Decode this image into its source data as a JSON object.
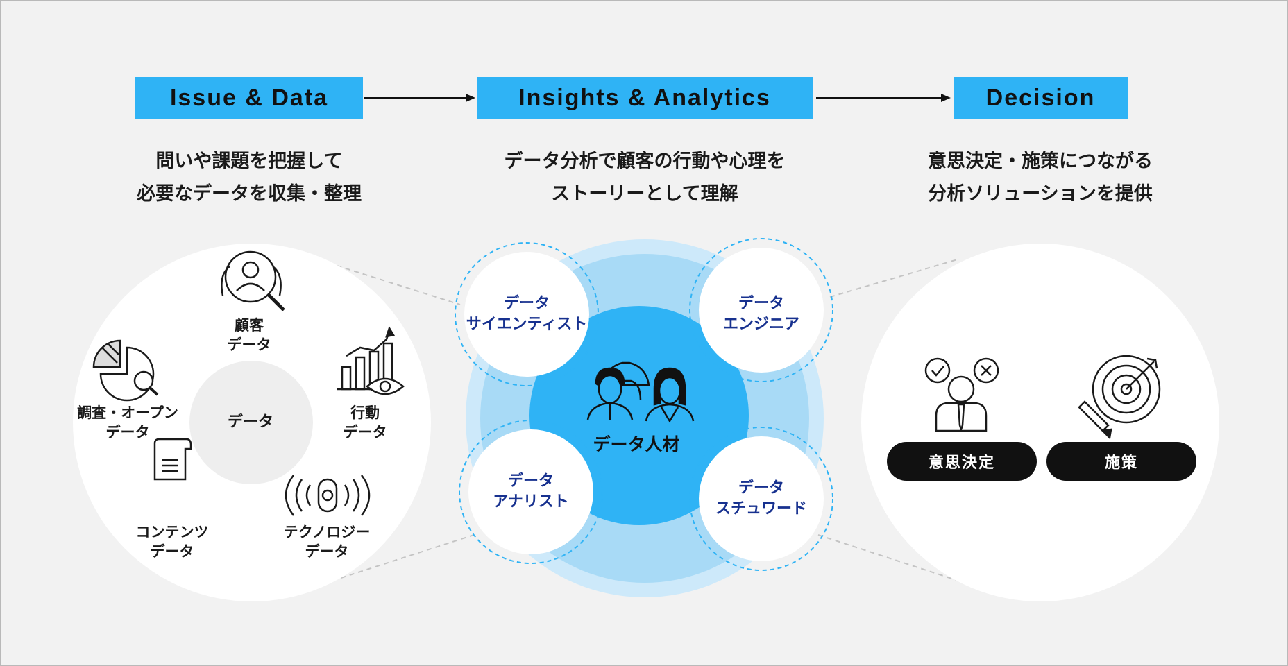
{
  "steps": {
    "issue_data": "Issue & Data",
    "insights_analytics": "Insights & Analytics",
    "decision": "Decision"
  },
  "subtitles": {
    "issue_line1": "問いや課題を把握して",
    "issue_line2": "必要なデータを収集・整理",
    "insights_line1": "データ分析で顧客の行動や心理を",
    "insights_line2": "ストーリーとして理解",
    "decision_line1": "意思決定・施策につながる",
    "decision_line2": "分析ソリューションを提供"
  },
  "data_types": {
    "center": "データ",
    "customer_line1": "顧客",
    "customer_line2": "データ",
    "survey_line1": "調査・オープン",
    "survey_line2": "データ",
    "behavior_line1": "行動",
    "behavior_line2": "データ",
    "content_line1": "コンテンツ",
    "content_line2": "データ",
    "technology_line1": "テクノロジー",
    "technology_line2": "データ"
  },
  "roles": {
    "scientist_line1": "データ",
    "scientist_line2": "サイエンティスト",
    "engineer_line1": "データ",
    "engineer_line2": "エンジニア",
    "analyst_line1": "データ",
    "analyst_line2": "アナリスト",
    "steward_line1": "データ",
    "steward_line2": "スチュワード",
    "center": "データ人材"
  },
  "decision": {
    "decision_pill": "意思決定",
    "measure_pill": "施策"
  },
  "colors": {
    "accent_blue": "#2fb3f5",
    "light_blue_ring": "#cde9fa",
    "mid_blue_ring": "#a8daf6",
    "role_text_navy": "#17318f",
    "pill_black": "#111111",
    "background": "#f2f2f2"
  }
}
